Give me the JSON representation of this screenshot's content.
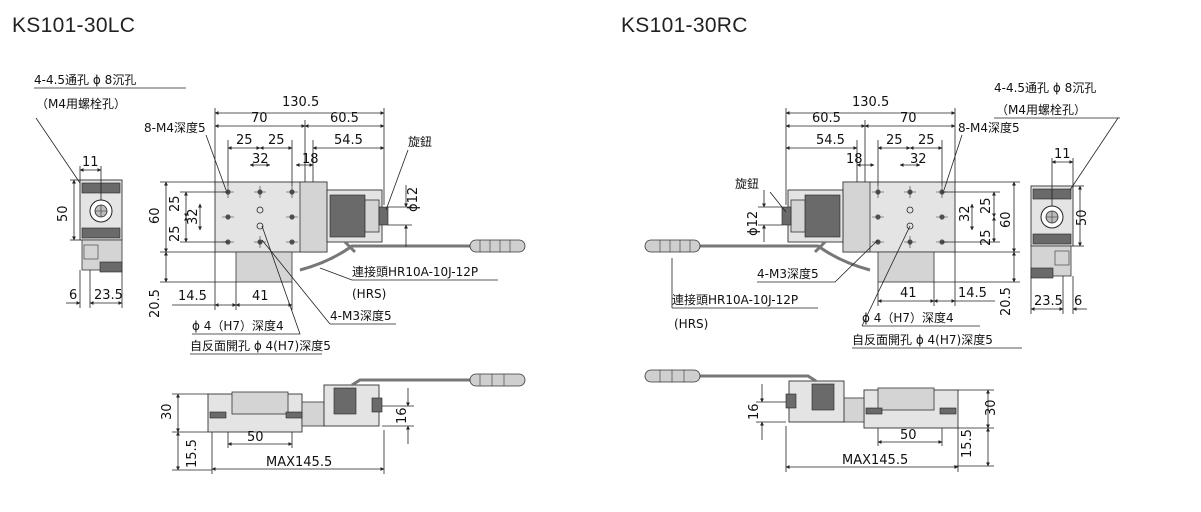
{
  "titles": {
    "left": "KS101-30LC",
    "right": "KS101-30RC"
  },
  "left": {
    "holes_top": "4-4.5通孔 ϕ 8沉孔",
    "holes_bottom": "（M4用螺栓孔）",
    "tapped": "8-M4深度5",
    "knob": "旋鈕",
    "d130_5": "130.5",
    "d70": "70",
    "d60_5": "60.5",
    "d54_5": "54.5",
    "d25a": "25",
    "d25b": "25",
    "d32": "32",
    "d18": "18",
    "d11": "11",
    "d50": "50",
    "d60": "60",
    "d25c": "25",
    "d25d": "25",
    "d32v": "32",
    "d12": "ϕ12",
    "d6": "6",
    "d23_5": "23.5",
    "d20_5": "20.5",
    "d14_5": "14.5",
    "d41": "41",
    "connector": "連接頭HR10A-10J-12P",
    "hrs": "(HRS)",
    "m3": "4-M3深度5",
    "pin": "ϕ 4（H7）深度4",
    "rev": "自反面開孔 ϕ 4(H7)深度5",
    "side30": "30",
    "side16": "16",
    "side50": "50",
    "side15_5": "15.5",
    "max": "MAX145.5"
  },
  "right": {
    "holes_top": "4-4.5通孔 ϕ 8沉孔",
    "holes_bottom": "（M4用螺栓孔）",
    "tapped": "8-M4深度5",
    "knob": "旋鈕",
    "d130_5": "130.5",
    "d60_5": "60.5",
    "d70": "70",
    "d54_5": "54.5",
    "d25a": "25",
    "d25b": "25",
    "d18": "18",
    "d32": "32",
    "d11": "11",
    "d50": "50",
    "d60": "60",
    "d25c": "25",
    "d25d": "25",
    "d32v": "32",
    "d12": "ϕ12",
    "d6": "6",
    "d23_5": "23.5",
    "d20_5": "20.5",
    "d14_5": "14.5",
    "d41": "41",
    "connector": "連接頭HR10A-10J-12P",
    "hrs": "(HRS)",
    "m3": "4-M3深度5",
    "pin": "ϕ 4（H7）深度4",
    "rev": "自反面開孔 ϕ 4(H7)深度5",
    "side30": "30",
    "side16": "16",
    "side50": "50",
    "side15_5": "15.5",
    "max": "MAX145.5"
  }
}
